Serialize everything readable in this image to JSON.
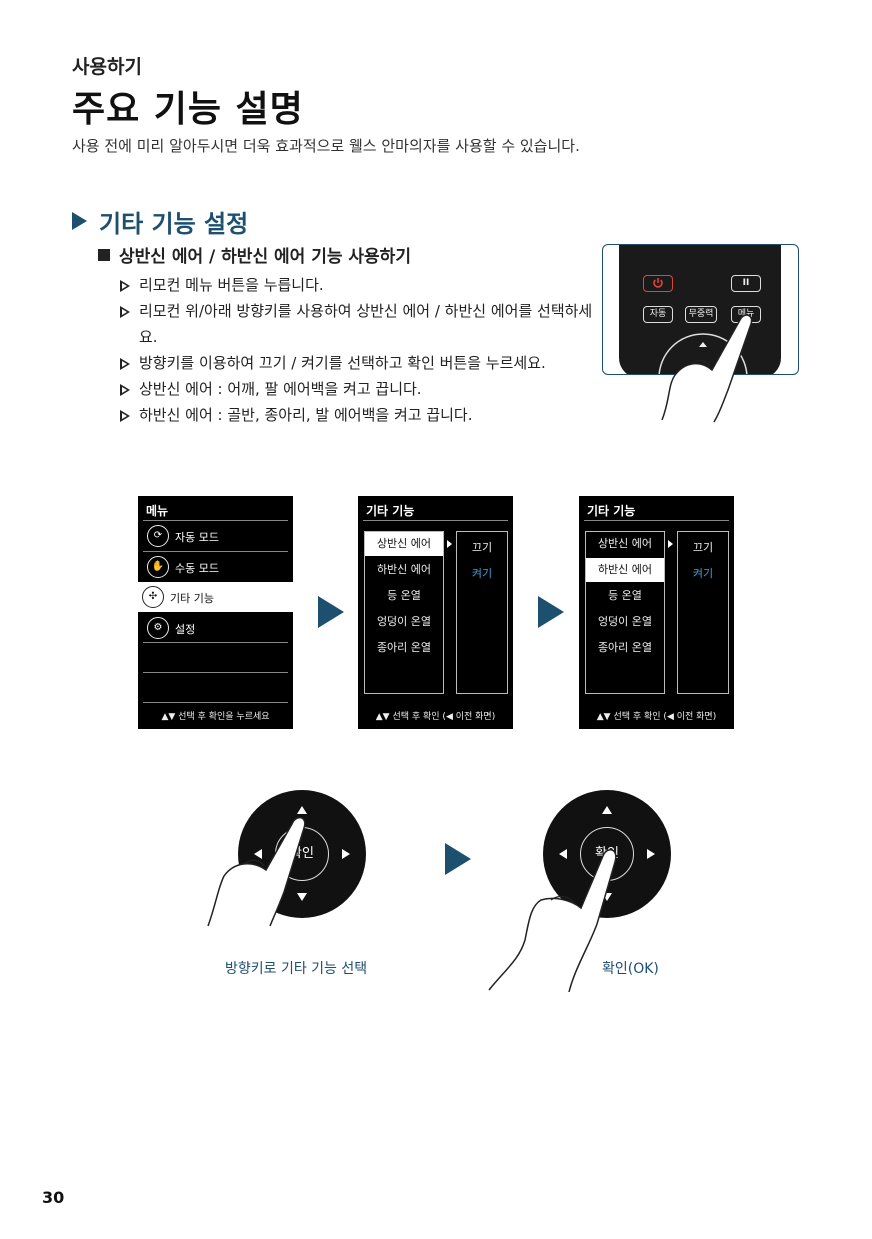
{
  "header": {
    "section": "사용하기",
    "title": "주요 기능 설명",
    "intro": "사용 전에 미리 알아두시면 더욱 효과적으로 웰스 안마의자를 사용할 수 있습니다."
  },
  "section": {
    "heading": "기타 기능 설정",
    "item_heading": "상반신 에어 / 하반신 에어 기능 사용하기",
    "steps": [
      "리모컨 메뉴 버튼을 누릅니다.",
      "리모컨 위/아래 방향키를 사용하여 상반신 에어 / 하반신 에어를 선택하세요.",
      "방향키를 이용하여 끄기 / 켜기를 선택하고 확인 버튼을 누르세요.",
      "상반신 에어 : 어깨, 팔 에어백을 켜고 끕니다.",
      "하반신 에어 : 골반, 종아리, 발 에어백을 켜고 끕니다."
    ]
  },
  "remote": {
    "auto_label": "자동",
    "zero_g_label": "무중력",
    "menu_label": "메뉴",
    "pause_glyph": "II"
  },
  "screen1": {
    "title": "메뉴",
    "items": [
      "자동 모드",
      "수동 모드",
      "기타 기능",
      "설정"
    ],
    "footer": "▲▼ 선택 후 확인을 누르세요"
  },
  "screen2": {
    "title": "기타 기능",
    "options": [
      "상반신 에어",
      "하반신 에어",
      "등 온열",
      "엉덩이 온열",
      "종아리 온열"
    ],
    "off_label": "끄기",
    "on_label": "켜기",
    "footer": "▲▼ 선택 후 확인 (◀ 이전 화면)"
  },
  "screen3": {
    "title": "기타 기능",
    "options": [
      "상반신 에어",
      "하반신 에어",
      "등 온열",
      "엉덩이 온열",
      "종아리 온열"
    ],
    "off_label": "끄기",
    "on_label": "켜기",
    "footer": "▲▼ 선택 후 확인 (◀ 이전 화면)"
  },
  "dial": {
    "ok_label": "확인",
    "caption_left": "방향키로 기타 기능 선택",
    "caption_right": "확인(OK)"
  },
  "page_number": "30",
  "colors": {
    "accent": "#1d4f6e",
    "highlight_text": "#3aa0d8"
  }
}
